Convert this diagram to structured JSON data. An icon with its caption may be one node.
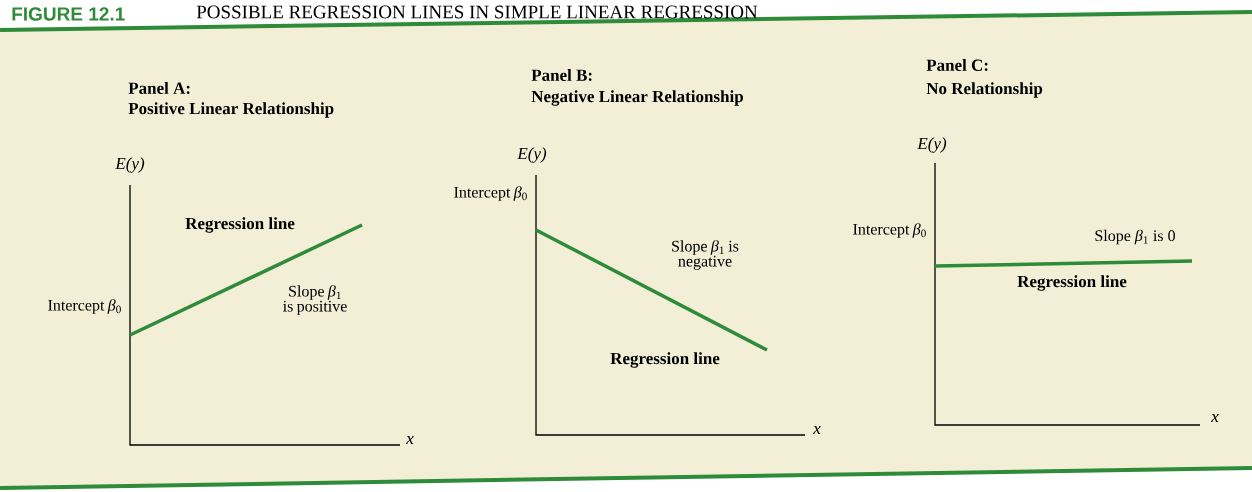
{
  "diagram": {
    "title": "POSSIBLE REGRESSION LINES IN SIMPLE LINEAR REGRESSION",
    "labels": [
      "FIGURE 12.1",
      "Panel A:",
      "Positive Linear Relationship",
      "E(y)",
      "Regression line",
      "Intercept *β*$_{0}$",
      "Slope *β*$_{1}$ is positive",
      "x",
      "Panel B:",
      "Negative Linear Relationship",
      "E(y)",
      "Intercept *β*$_{0}$",
      "Slope *β*$_{1}$ is negative",
      "Regression line",
      "x",
      "Panel C:",
      "No Relationship",
      "E(y)",
      "Intercept *β*$_{0}$",
      "Slope *β*$_{1}$ is 0",
      "Regression line",
      "x"
    ]
  }
}
